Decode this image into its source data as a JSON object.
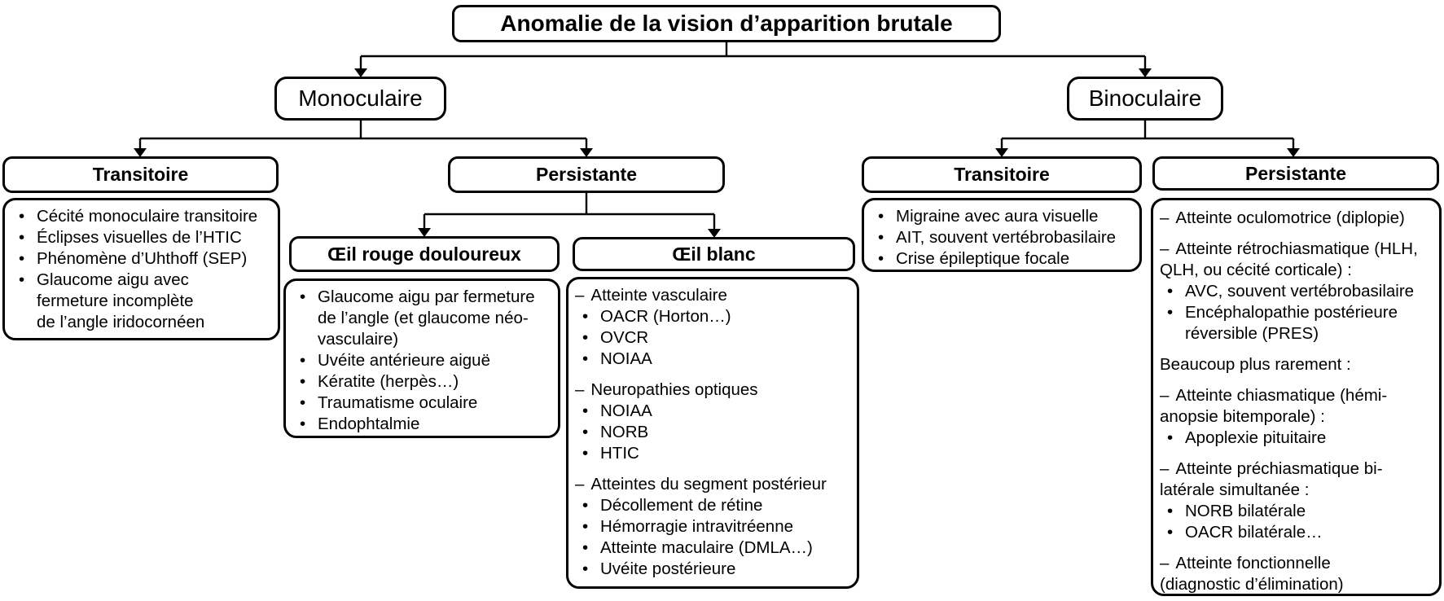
{
  "title": "Anomalie de la vision d’apparition brutale",
  "markers": {
    "bullet": "•",
    "dash": "–"
  },
  "line_color": "#000000",
  "monoculaire": {
    "label": "Monoculaire",
    "transitoire": {
      "header": "Transitoire",
      "items": [
        {
          "marker": "•",
          "text": "Cécité monoculaire transitoire"
        },
        {
          "marker": "•",
          "text": "Éclipses visuelles de l’HTIC"
        },
        {
          "marker": "•",
          "text": "Phénomène d’Uhthoff (SEP)"
        },
        {
          "marker": "•",
          "text": "Glaucome aigu avec\nfermeture incomplète\nde l’angle iridocornéen"
        }
      ]
    },
    "persistante": {
      "header": "Persistante",
      "oeil_rouge": {
        "header": "Œil rouge douloureux",
        "items": [
          {
            "marker": "•",
            "text": "Glaucome aigu par fermeture\nde l’angle (et glaucome néo-\nvasculaire)"
          },
          {
            "marker": "•",
            "text": "Uvéite antérieure aiguë"
          },
          {
            "marker": "•",
            "text": "Kératite (herpès…)"
          },
          {
            "marker": "•",
            "text": "Traumatisme oculaire"
          },
          {
            "marker": "•",
            "text": "Endophtalmie"
          }
        ]
      },
      "oeil_blanc": {
        "header": "Œil blanc",
        "items": [
          {
            "marker": "–",
            "text": "Atteinte vasculaire"
          },
          {
            "marker": "•",
            "text": "OACR (Horton…)"
          },
          {
            "marker": "•",
            "text": "OVCR"
          },
          {
            "marker": "•",
            "text": "NOIAA"
          },
          {
            "marker": "–",
            "text": "Neuropathies optiques"
          },
          {
            "marker": "•",
            "text": "NOIAA"
          },
          {
            "marker": "•",
            "text": "NORB"
          },
          {
            "marker": "•",
            "text": "HTIC"
          },
          {
            "marker": "–",
            "text": "Atteintes du segment postérieur"
          },
          {
            "marker": "•",
            "text": "Décollement de rétine"
          },
          {
            "marker": "•",
            "text": "Hémorragie intravitréenne"
          },
          {
            "marker": "•",
            "text": "Atteinte maculaire (DMLA…)"
          },
          {
            "marker": "•",
            "text": "Uvéite postérieure"
          }
        ]
      }
    }
  },
  "binoculaire": {
    "label": "Binoculaire",
    "transitoire": {
      "header": "Transitoire",
      "items": [
        {
          "marker": "•",
          "text": "Migraine avec aura visuelle"
        },
        {
          "marker": "•",
          "text": "AIT, souvent vertébrobasilaire"
        },
        {
          "marker": "•",
          "text": "Crise épileptique focale"
        }
      ]
    },
    "persistante": {
      "header": "Persistante",
      "items": [
        {
          "marker": "–",
          "text": "Atteinte oculomotrice (diplopie)"
        },
        {
          "marker": "–",
          "text": "Atteinte rétrochiasmatique (HLH,\nQLH, ou cécité corticale) :"
        },
        {
          "marker": "•",
          "text": "AVC, souvent vertébrobasilaire"
        },
        {
          "marker": "•",
          "text": "Encéphalopathie postérieure\nréversible (PRES)"
        },
        {
          "marker": "",
          "text": "Beaucoup plus rarement :"
        },
        {
          "marker": "–",
          "text": "Atteinte chiasmatique (hémi-\nanopsie bitemporale) :"
        },
        {
          "marker": "•",
          "text": "Apoplexie pituitaire"
        },
        {
          "marker": "–",
          "text": "Atteinte préchiasmatique bi-\nlatérale simultanée :"
        },
        {
          "marker": "•",
          "text": "NORB bilatérale"
        },
        {
          "marker": "•",
          "text": "OACR bilatérale…"
        },
        {
          "marker": "–",
          "text": "Atteinte fonctionnelle\n(diagnostic d’élimination)"
        }
      ]
    }
  }
}
